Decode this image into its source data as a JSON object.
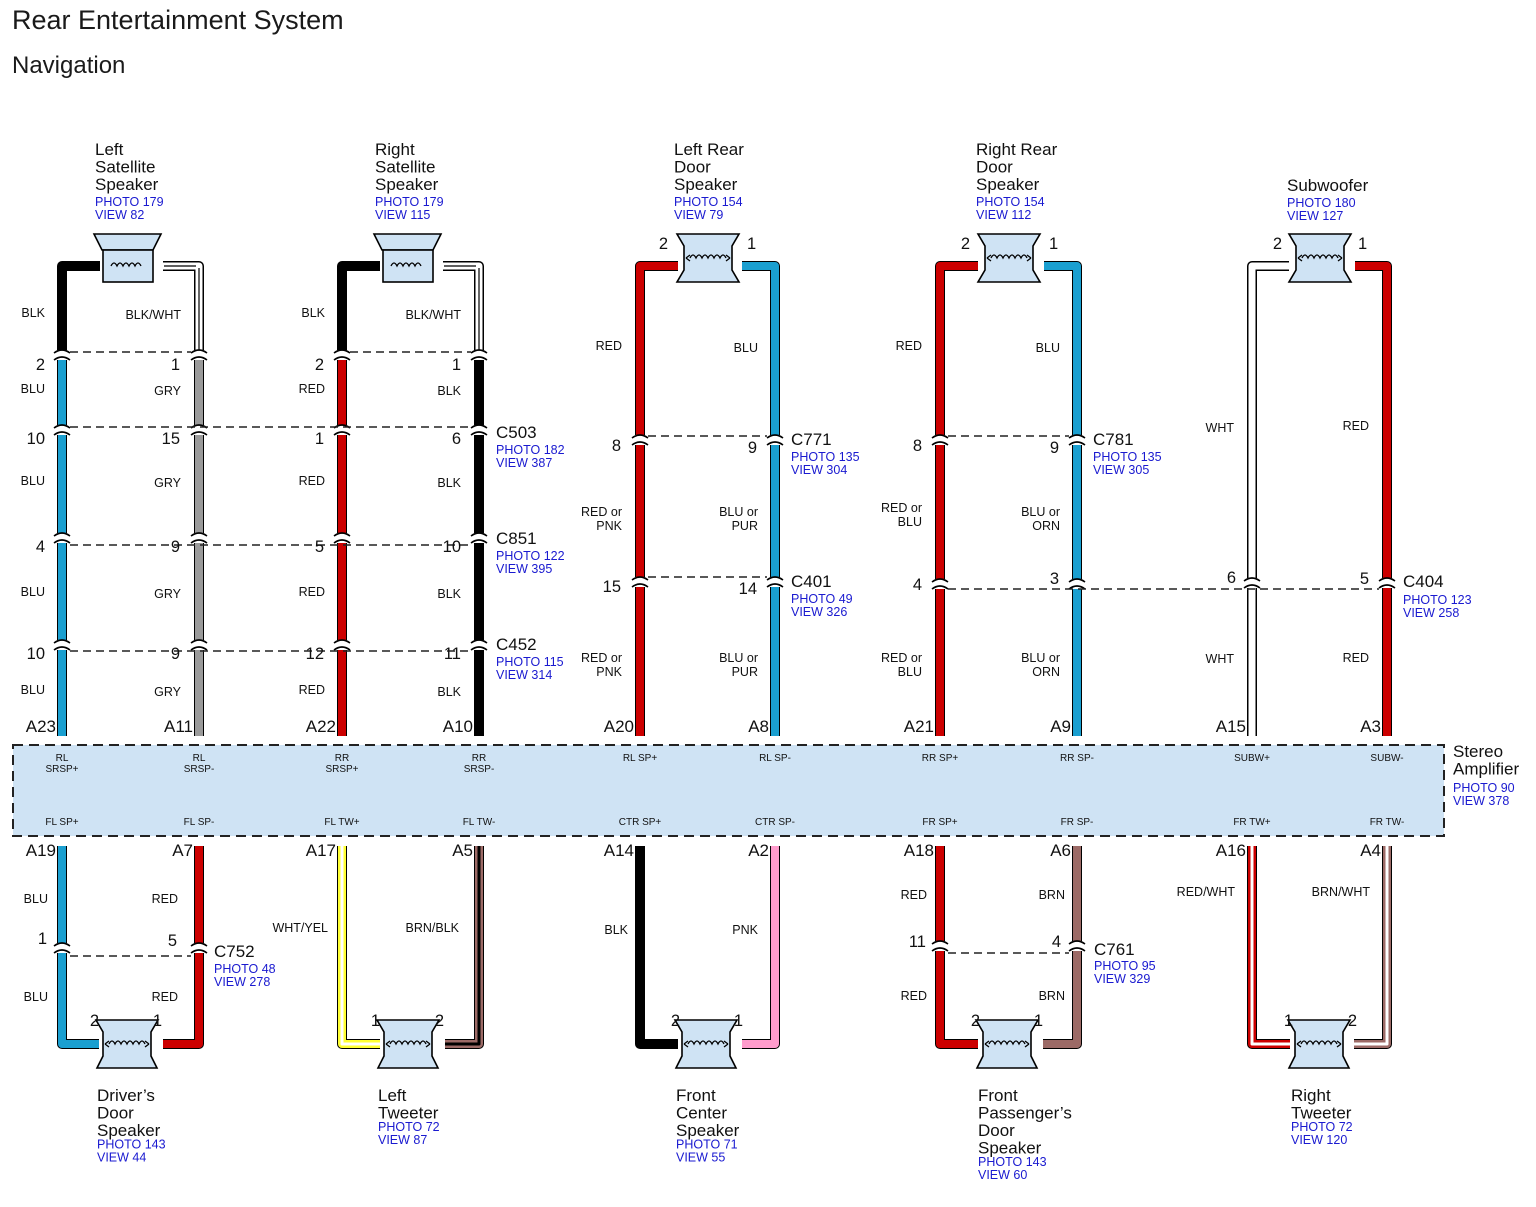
{
  "title": "Rear Entertainment System",
  "subtitle": "Navigation",
  "colors": {
    "BLK": "#000000",
    "BLU": "#1a9fd0",
    "GRY": "#9a9a9a",
    "RED": "#cc0000",
    "WHT": "#ffffff",
    "YEL": "#ffff33",
    "BRN": "#9c6a66",
    "PNK": "#ff9ccc",
    "speaker_fill": "#cfe3f4",
    "amp_fill": "#cfe3f4"
  },
  "top_speakers": [
    {
      "name": [
        "Left",
        "Satellite",
        "Speaker"
      ],
      "photo": "PHOTO 179",
      "view": "VIEW 82"
    },
    {
      "name": [
        "Right",
        "Satellite",
        "Speaker"
      ],
      "photo": "PHOTO 179",
      "view": "VIEW 115"
    },
    {
      "name": [
        "Left Rear",
        "Door",
        "Speaker"
      ],
      "photo": "PHOTO 154",
      "view": "VIEW 79"
    },
    {
      "name": [
        "Right Rear",
        "Door",
        "Speaker"
      ],
      "photo": "PHOTO 154",
      "view": "VIEW 112"
    },
    {
      "name": [
        "Subwoofer"
      ],
      "photo": "PHOTO 180",
      "view": "VIEW 127"
    }
  ],
  "bottom_speakers": [
    {
      "name": [
        "Driver’s",
        "Door",
        "Speaker"
      ],
      "photo": "PHOTO 143",
      "view": "VIEW 44"
    },
    {
      "name": [
        "Left",
        "Tweeter"
      ],
      "photo": "PHOTO 72",
      "view": "VIEW 87"
    },
    {
      "name": [
        "Front",
        "Center",
        "Speaker"
      ],
      "photo": "PHOTO 71",
      "view": "VIEW 55"
    },
    {
      "name": [
        "Front",
        "Passenger’s",
        "Door",
        "Speaker"
      ],
      "photo": "PHOTO 143",
      "view": "VIEW 60"
    },
    {
      "name": [
        "Right",
        "Tweeter"
      ],
      "photo": "PHOTO 72",
      "view": "VIEW 120"
    }
  ],
  "speaker_pins": {
    "top": [
      [
        "",
        ""
      ],
      [
        "",
        ""
      ],
      [
        "2",
        "1"
      ],
      [
        "2",
        "1"
      ],
      [
        "2",
        "1"
      ]
    ],
    "bottom": [
      [
        "2",
        "1"
      ],
      [
        "1",
        "2"
      ],
      [
        "2",
        "1"
      ],
      [
        "2",
        "1"
      ],
      [
        "1",
        "2"
      ]
    ]
  },
  "top_wire_colors": [
    [
      "BLK",
      "BLK/WHT",
      "BLU",
      "GRY",
      "BLU",
      "GRY",
      "BLU",
      "GRY",
      "BLU",
      "GRY"
    ],
    [
      "BLK",
      "BLK/WHT",
      "RED",
      "BLK",
      "RED",
      "BLK",
      "RED",
      "BLK",
      "RED",
      "BLK"
    ],
    [
      "RED",
      "BLU",
      "RED or\nPNK",
      "BLU or\nPUR",
      "RED or\nPNK",
      "BLU or\nPUR"
    ],
    [
      "RED",
      "BLU",
      "RED or\nBLU",
      "BLU or\nORN",
      "RED or\nBLU",
      "BLU or\nORN"
    ],
    [
      "WHT",
      "RED",
      "WHT",
      "RED"
    ]
  ],
  "bottom_wire_colors": [
    [
      "BLU",
      "RED",
      "BLU",
      "RED"
    ],
    [
      "WHT/YEL",
      "BRN/BLK"
    ],
    [
      "BLK",
      "PNK"
    ],
    [
      "RED",
      "BRN",
      "RED",
      "BRN"
    ],
    [
      "RED/WHT",
      "BRN/WHT"
    ]
  ],
  "connector_pins": {
    "sat_left": [
      [
        "2",
        "1"
      ],
      [
        "10",
        "15"
      ],
      [
        "4",
        "9"
      ],
      [
        "10",
        "9"
      ]
    ],
    "sat_right": [
      [
        "2",
        "1"
      ],
      [
        "1",
        "6"
      ],
      [
        "5",
        "10"
      ],
      [
        "12",
        "11"
      ]
    ],
    "lrd": [
      [
        "8",
        "9"
      ],
      [
        "15",
        "14"
      ]
    ],
    "rrd": [
      [
        "8",
        "9"
      ],
      [
        "4",
        "3"
      ]
    ],
    "sub": [
      [
        "6",
        "5"
      ]
    ],
    "drv": [
      [
        "1",
        "5"
      ]
    ],
    "fpd": [
      [
        "11",
        "4"
      ]
    ]
  },
  "connectors": [
    {
      "id": "C503",
      "photo": "PHOTO 182",
      "view": "VIEW 387"
    },
    {
      "id": "C851",
      "photo": "PHOTO 122",
      "view": "VIEW 395"
    },
    {
      "id": "C452",
      "photo": "PHOTO 115",
      "view": "VIEW 314"
    },
    {
      "id": "C771",
      "photo": "PHOTO 135",
      "view": "VIEW 304"
    },
    {
      "id": "C401",
      "photo": "PHOTO 49",
      "view": "VIEW 326"
    },
    {
      "id": "C781",
      "photo": "PHOTO 135",
      "view": "VIEW 305"
    },
    {
      "id": "C404",
      "photo": "PHOTO 123",
      "view": "VIEW 258"
    },
    {
      "id": "C752",
      "photo": "PHOTO 48",
      "view": "VIEW 278"
    },
    {
      "id": "C761",
      "photo": "PHOTO 95",
      "view": "VIEW 329"
    }
  ],
  "amplifier": {
    "name": [
      "Stereo",
      "Amplifier"
    ],
    "photo": "PHOTO 90",
    "view": "VIEW 378",
    "top_terminals": [
      "A23",
      "A11",
      "A22",
      "A10",
      "A20",
      "A8",
      "A21",
      "A9",
      "A15",
      "A3"
    ],
    "top_labels": [
      "RL\nSRSP+",
      "RL\nSRSP-",
      "RR\nSRSP+",
      "RR\nSRSP-",
      "RL SP+",
      "RL SP-",
      "RR SP+",
      "RR SP-",
      "SUBW+",
      "SUBW-"
    ],
    "bottom_terminals": [
      "A19",
      "A7",
      "A17",
      "A5",
      "A14",
      "A2",
      "A18",
      "A6",
      "A16",
      "A4"
    ],
    "bottom_labels": [
      "FL SP+",
      "FL SP-",
      "FL TW+",
      "FL TW-",
      "CTR SP+",
      "CTR SP-",
      "FR SP+",
      "FR SP-",
      "FR TW+",
      "FR TW-"
    ]
  }
}
